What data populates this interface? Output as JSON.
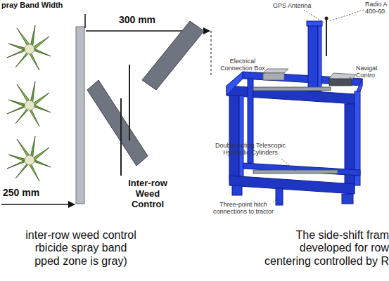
{
  "diagram": {
    "labels": [
      "pray Band Width",
      "300 mm",
      "250 mm",
      "Inter-row Weed Control",
      "inter-row weed control rbicide spray band pped zone is gray)",
      "GPS Antenna",
      "Radio A 400-60",
      "Electrical Connection Box",
      "Navigat Contro",
      "Double Acting Telescopic Hydraulic Cylinders",
      "Three-point hitch connections to tractor",
      "The side-shift fram developed for row centering controlled by R"
    ]
  }
}
